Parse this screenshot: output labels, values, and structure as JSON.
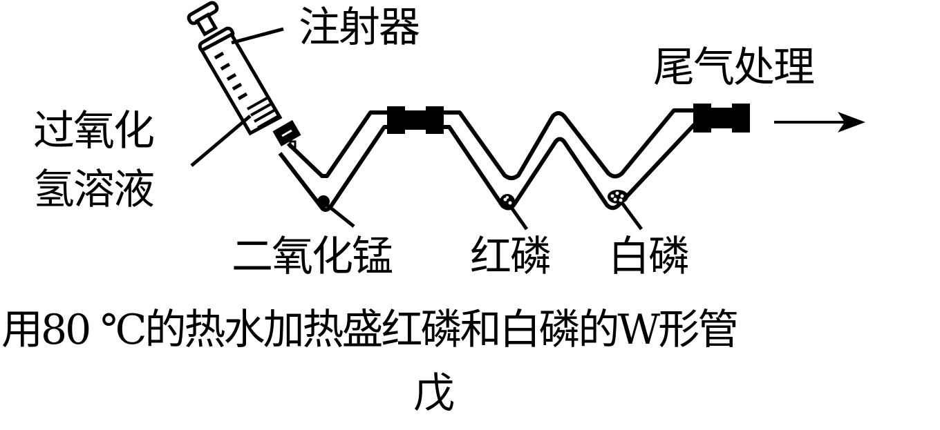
{
  "labels": {
    "syringe": "注射器",
    "h2o2_line1": "过氧化",
    "h2o2_line2": "氢溶液",
    "exhaust": "尾气处理",
    "mno2": "二氧化锰",
    "red_p": "红磷",
    "white_p": "白磷"
  },
  "caption": {
    "line1": "用80 ℃的热水加热盛红磷和白磷的W形管",
    "line2": "戊"
  },
  "colors": {
    "stroke": "#000000",
    "background": "#ffffff"
  }
}
